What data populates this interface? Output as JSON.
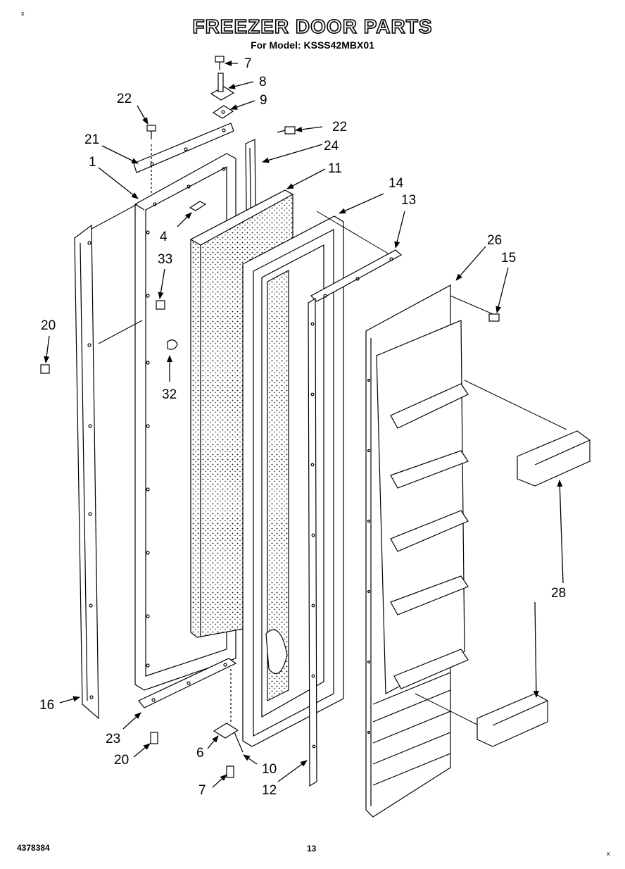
{
  "title": "FREEZER DOOR PARTS",
  "subtitle": "For Model: KSSS42MBX01",
  "document_number": "4378384",
  "page_number": "13",
  "corner_marks": {
    "top_left": "x",
    "bottom_right": "x"
  },
  "callouts": [
    {
      "id": "7-top",
      "label": "7"
    },
    {
      "id": "8",
      "label": "8"
    },
    {
      "id": "9",
      "label": "9"
    },
    {
      "id": "22-left",
      "label": "22"
    },
    {
      "id": "22-right",
      "label": "22"
    },
    {
      "id": "21",
      "label": "21"
    },
    {
      "id": "24",
      "label": "24"
    },
    {
      "id": "1",
      "label": "1"
    },
    {
      "id": "11",
      "label": "11"
    },
    {
      "id": "14",
      "label": "14"
    },
    {
      "id": "13",
      "label": "13"
    },
    {
      "id": "4",
      "label": "4"
    },
    {
      "id": "26",
      "label": "26"
    },
    {
      "id": "15",
      "label": "15"
    },
    {
      "id": "33",
      "label": "33"
    },
    {
      "id": "20-left",
      "label": "20"
    },
    {
      "id": "32",
      "label": "32"
    },
    {
      "id": "28",
      "label": "28"
    },
    {
      "id": "16",
      "label": "16"
    },
    {
      "id": "23",
      "label": "23"
    },
    {
      "id": "6",
      "label": "6"
    },
    {
      "id": "20-bottom",
      "label": "20"
    },
    {
      "id": "10",
      "label": "10"
    },
    {
      "id": "7-bottom",
      "label": "7"
    },
    {
      "id": "12",
      "label": "12"
    }
  ]
}
